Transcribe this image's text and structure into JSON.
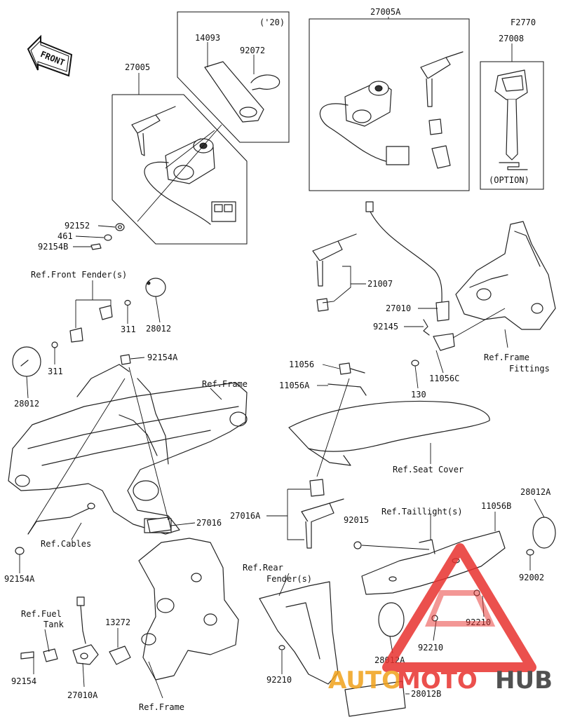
{
  "front_label": "FRONT",
  "note_year": "('20)",
  "option_note": "(OPTION)",
  "callouts": {
    "p27005": "27005",
    "p14093": "14093",
    "p92072": "92072",
    "p27005A": "27005A",
    "pF2770": "F2770",
    "p27008": "27008",
    "p92152": "92152",
    "p461": "461",
    "p92154B": "92154B",
    "p21007": "21007",
    "p27010": "27010",
    "p92145": "92145",
    "p130": "130",
    "p11056C": "11056C",
    "p28012_r": "28012",
    "p311_r": "311",
    "p28012_l": "28012",
    "p311_l": "311",
    "p92154A_t": "92154A",
    "p11056": "11056",
    "p11056A": "11056A",
    "p27016": "27016",
    "p92154A_b": "92154A",
    "p27016A": "27016A",
    "p92015": "92015",
    "p11056B": "11056B",
    "p28012A_r": "28012A",
    "p92002": "92002",
    "p92210_a": "92210",
    "p92210_b": "92210",
    "p92210_c": "92210",
    "p28012A_b": "28012A",
    "p28012B": "28012B",
    "p13272": "13272",
    "p92154": "92154",
    "p27010A": "27010A"
  },
  "refs": {
    "front_fender": "Ref.Front Fender(s)",
    "frame_top": "Ref.Frame",
    "cables": "Ref.Cables",
    "frame_fittings_1": "Ref.Frame",
    "frame_fittings_2": "Fittings",
    "seat_cover": "Ref.Seat Cover",
    "taillight": "Ref.Taillight(s)",
    "rear_fender_1": "Ref.Rear",
    "rear_fender_2": "Fender(s)",
    "fuel_tank_1": "Ref.Fuel",
    "fuel_tank_2": "Tank",
    "frame_bottom": "Ref.Frame"
  },
  "watermark": {
    "part1": "AUTO",
    "part2": "MOTO",
    "part3": "HUB",
    "color_main": "#e8322f",
    "color_accent": "#f0a21b",
    "color_dark": "#333333"
  }
}
